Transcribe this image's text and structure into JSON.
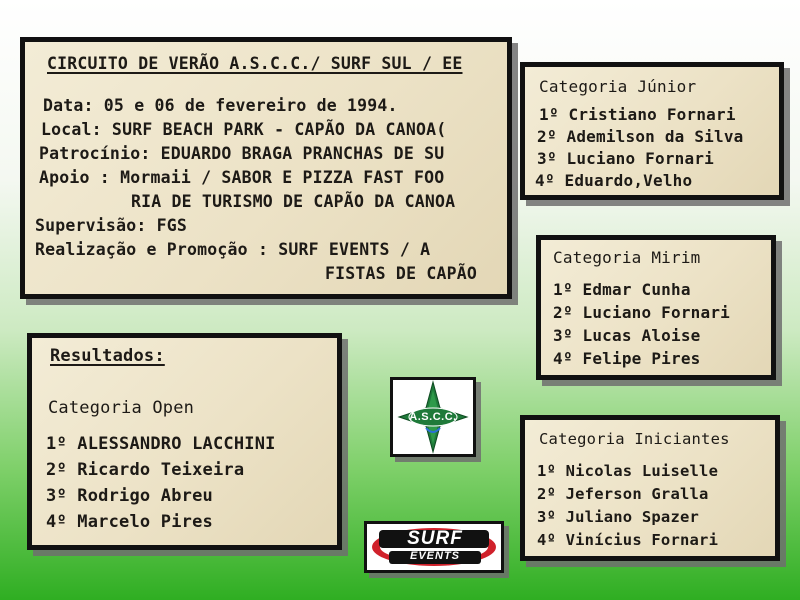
{
  "header_card": {
    "title": "CIRCUITO DE VERÃO A.S.C.C./ SURF SUL / EE",
    "date": "Data: 05 e 06 de fevereiro de 1994.",
    "location": "Local: SURF BEACH PARK - CAPÃO DA CANOA(",
    "sponsor": "Patrocínio: EDUARDO BRAGA PRANCHAS DE SU",
    "support_1": "Apoio : Mormaii / SABOR E PIZZA FAST FOO",
    "support_2": "RIA DE TURISMO DE CAPÃO DA CANOA",
    "supervision": "Supervisão: FGS",
    "promotion_1": "Realização e Promoção : SURF EVENTS / A",
    "promotion_2": "FISTAS DE CAPÃO"
  },
  "junior_card": {
    "title": "Categoria Júnior",
    "results": [
      "1º Cristiano Fornari",
      "2º Ademilson da Silva",
      "3º Luciano Fornari",
      "4º Eduardo,Velho"
    ]
  },
  "mirim_card": {
    "title": "Categoria Mirim",
    "results": [
      "1º Edmar Cunha",
      "2º Luciano Fornari",
      "3º Lucas Aloise",
      "4º Felipe Pires"
    ]
  },
  "open_card": {
    "heading": "Resultados:",
    "title": "Categoria Open",
    "results": [
      "1º ALESSANDRO LACCHINI",
      "2º Ricardo Teixeira",
      "3º Rodrigo Abreu",
      "4º Marcelo Pires"
    ]
  },
  "iniciantes_card": {
    "title": "Categoria Iniciantes",
    "results": [
      "1º Nicolas Luiselle",
      "2º Jeferson Gralla",
      "3º Juliano Spazer",
      "4º Vinícius Fornari"
    ]
  },
  "logos": {
    "ascc": "A.S.C.C.",
    "surf": "SURF",
    "events": "EVENTS"
  },
  "colors": {
    "paper": "#ede4c8",
    "ink": "#1d1a16",
    "ascc_green": "#1f7a3a",
    "surf_red": "#d0212b"
  }
}
